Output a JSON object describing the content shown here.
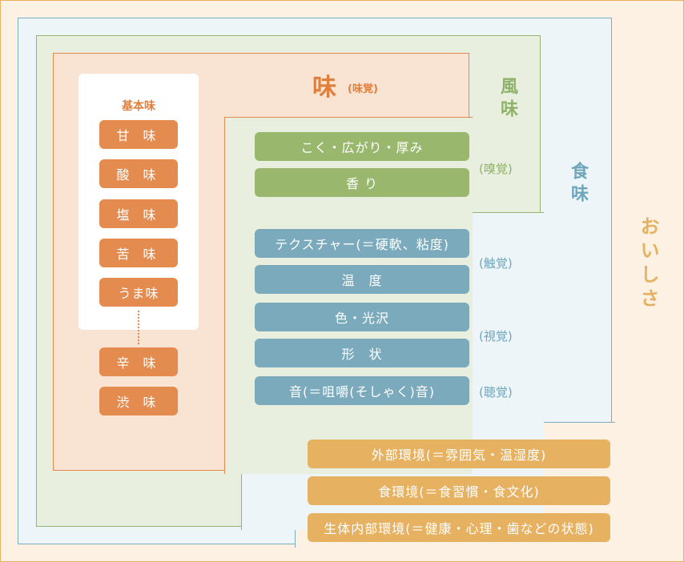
{
  "taste": {
    "title": "味",
    "subtitle": "(味覚)"
  },
  "basic_taste": {
    "title": "基本味",
    "items": [
      "甘 味",
      "酸 味",
      "塩 味",
      "苦 味",
      "うま味"
    ],
    "extra_items": [
      "辛 味",
      "渋 味"
    ]
  },
  "flavor": {
    "label": "風味",
    "items": [
      "こく・広がり・厚み",
      "香 り"
    ],
    "sense": "(嗅覚)"
  },
  "food_taste": {
    "label": "食味",
    "items": [
      "テクスチャー(＝硬軟、粘度)",
      "温　度",
      "色・光沢",
      "形　状",
      "音(＝咀嚼(そしゃく)音)"
    ],
    "senses": [
      "(触覚)",
      "(視覚)",
      "(聴覚)"
    ]
  },
  "deliciousness": {
    "label": "おいしさ",
    "items": [
      "外部環境(＝雰囲気・温湿度)",
      "食環境(＝食習慣・食文化)",
      "生体内部環境(＝健康・心理・歯などの状態)"
    ]
  },
  "colors": {
    "taste": "#e48c4f",
    "flavor": "#99b86d",
    "food_taste": "#7aaabc",
    "deliciousness": "#e6b160"
  }
}
